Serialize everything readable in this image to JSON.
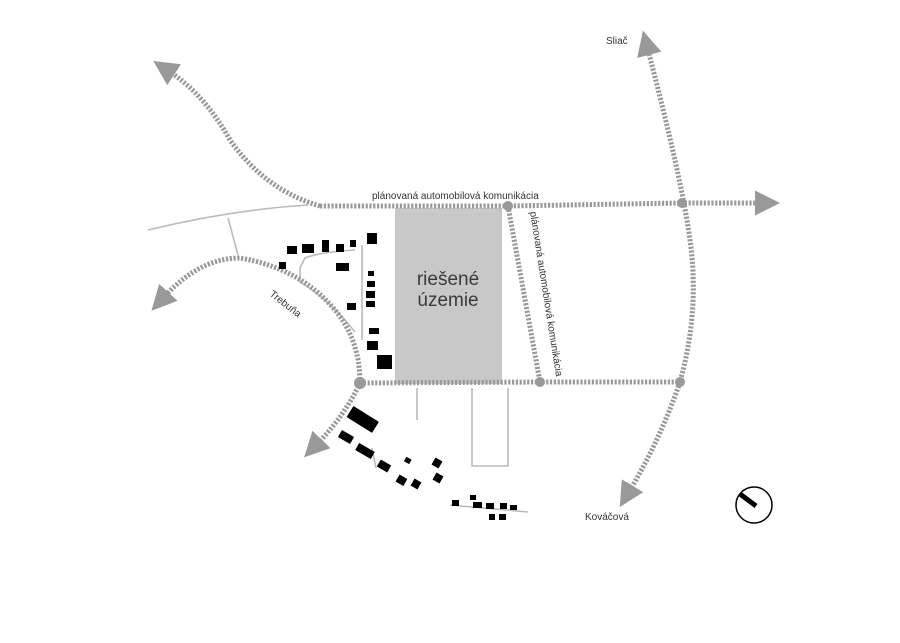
{
  "labels": {
    "sliac": "Sliač",
    "kovacova": "Kováčová",
    "trebuna": "Trebuňa",
    "road_planned_top": "plánovaná automobilová komunikácia",
    "road_planned_vertical": "plánovaná automobilová komunikácia",
    "area_line1": "riešené",
    "area_line2": "územie"
  },
  "colors": {
    "road": "#999999",
    "area": "#c8c8c8",
    "buildings": "#000000",
    "thin_roads": "#bbbbbb"
  },
  "icons": {
    "north_arrow": "compass-icon"
  }
}
